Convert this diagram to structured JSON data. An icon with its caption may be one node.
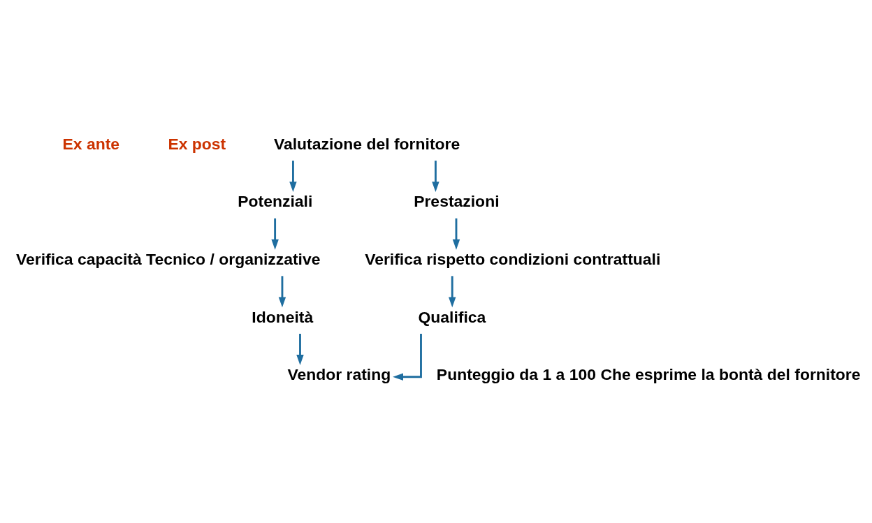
{
  "diagram": {
    "nodes": [
      {
        "text": [
          "Valutazione del fornitore"
        ]
      },
      {
        "text": [
          "Potenziali"
        ]
      },
      {
        "text": [
          "Verifica capacità Tecnico / organizzative"
        ]
      },
      {
        "text": [
          "Idoneità"
        ]
      },
      {
        "text": [
          "Prestazioni"
        ]
      },
      {
        "text": [
          "Verifica rispetto condizioni contrattuali"
        ]
      },
      {
        "text": [
          "Qualifica"
        ]
      },
      {
        "text": [
          "Vendor rating"
        ],
        "beside": [
          "Punteggio da 1 a 100 Che esprime la bontà del fornitore"
        ]
      }
    ],
    "edges": [
      {
        "from": 0,
        "to": 1,
        "arrow": "to"
      },
      {
        "from": 0,
        "to": 4,
        "arrow": "to"
      },
      {
        "from": 1,
        "to": 2,
        "arrow": "to"
      },
      {
        "from": 2,
        "to": 3,
        "arrow": "to"
      },
      {
        "from": 4,
        "to": 5,
        "arrow": "to"
      },
      {
        "from": 5,
        "to": 6,
        "arrow": "to"
      },
      {
        "from": 3,
        "to": 7,
        "arrow": "to"
      },
      {
        "from": 6,
        "to": 7,
        "arrow": "to"
      }
    ],
    "labels": [
      "Ex ante",
      "Ex post"
    ]
  }
}
